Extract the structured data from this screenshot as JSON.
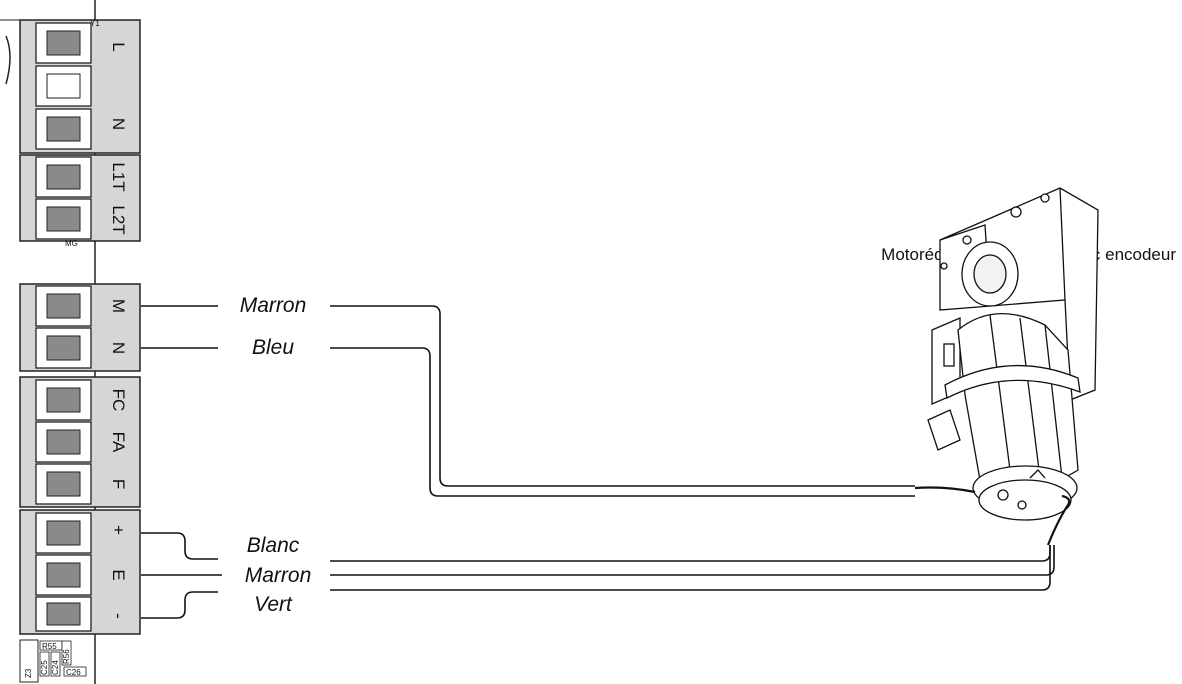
{
  "motor": {
    "title": "Motoréducteur 24 V CC avec encodeur"
  },
  "terminals": {
    "power": [
      "L",
      "N"
    ],
    "lights": [
      "L1T",
      "L2T"
    ],
    "motor": [
      "M",
      "N"
    ],
    "limits": [
      "FC",
      "FA",
      "F"
    ],
    "encoder": [
      "+",
      "E",
      "-"
    ]
  },
  "wires": {
    "motor_m": "Marron",
    "motor_n": "Bleu",
    "enc_plus": "Blanc",
    "enc_e": "Marron",
    "enc_minus": "Vert"
  },
  "board": {
    "components": [
      "R55",
      "C25",
      "C24",
      "R56",
      "C26",
      "Z3"
    ],
    "marks": [
      "Y1",
      "MG"
    ]
  }
}
